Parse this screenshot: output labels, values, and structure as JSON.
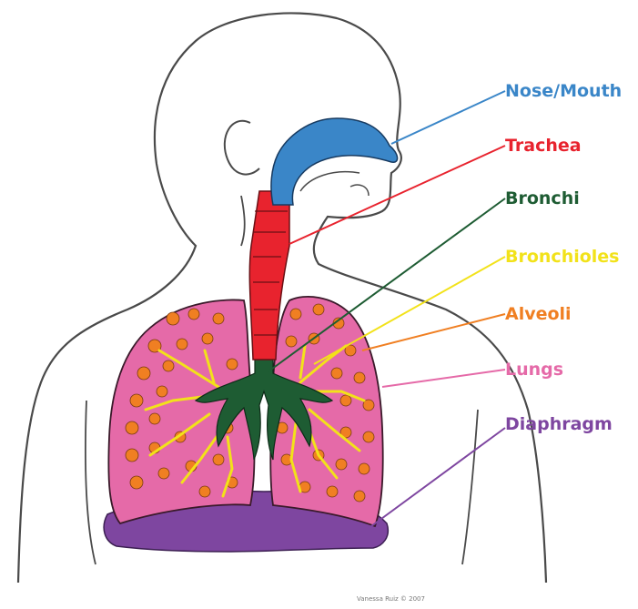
{
  "labels": {
    "nose_mouth": "Nose/Mouth",
    "trachea": "Trachea",
    "bronchi": "Bronchi",
    "bronchioles": "Bronchioles",
    "alveoli": "Alveoli",
    "lungs": "Lungs",
    "diaphragm": "Diaphragm"
  },
  "credit": "Vanessa Ruiz © 2007",
  "colors": {
    "nose_mouth": "#3a86c8",
    "trachea": "#e8232e",
    "bronchi": "#1e5c33",
    "bronchioles": "#f2e21a",
    "alveoli": "#f07f22",
    "lungs": "#e56aa8",
    "diaphragm": "#7e46a0"
  }
}
